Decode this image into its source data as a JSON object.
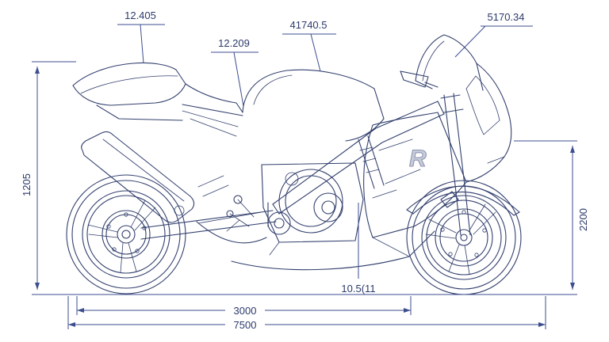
{
  "colors": {
    "background": "#ffffff",
    "line": "#33406e",
    "dimension": "#3d4e8f",
    "text": "#2b3a6b"
  },
  "labels": {
    "top_left_upper": "12.405",
    "top_left_lower": "12.209",
    "top_center": "41740.5",
    "top_right": "5170.34",
    "left_vertical": "1205",
    "right_vertical": "2200",
    "bottom_center_leader": "10.5(11",
    "bottom_inner": "3000",
    "bottom_outer": "7500",
    "fairing_logo": "R"
  }
}
